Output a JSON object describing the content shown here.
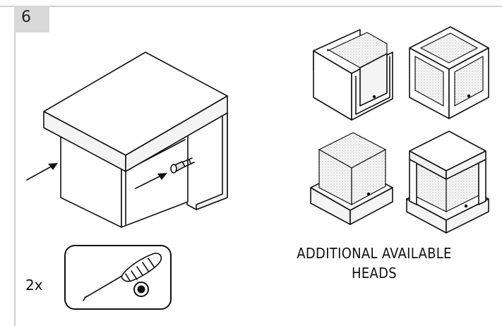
{
  "step": {
    "number": "6"
  },
  "heads_caption": {
    "line1": "ADDITIONAL AVAILABLE",
    "line2": "HEADS"
  },
  "tool": {
    "quantity": "2x",
    "tool_icon": "screwdriver-icon",
    "drive_icon": "hex-socket-icon"
  },
  "illustrations": {
    "main": "wall-lamp-assembly",
    "heads": [
      "u-frame-head",
      "cube-frame-head",
      "cube-diffuser-head",
      "post-frame-head"
    ]
  }
}
